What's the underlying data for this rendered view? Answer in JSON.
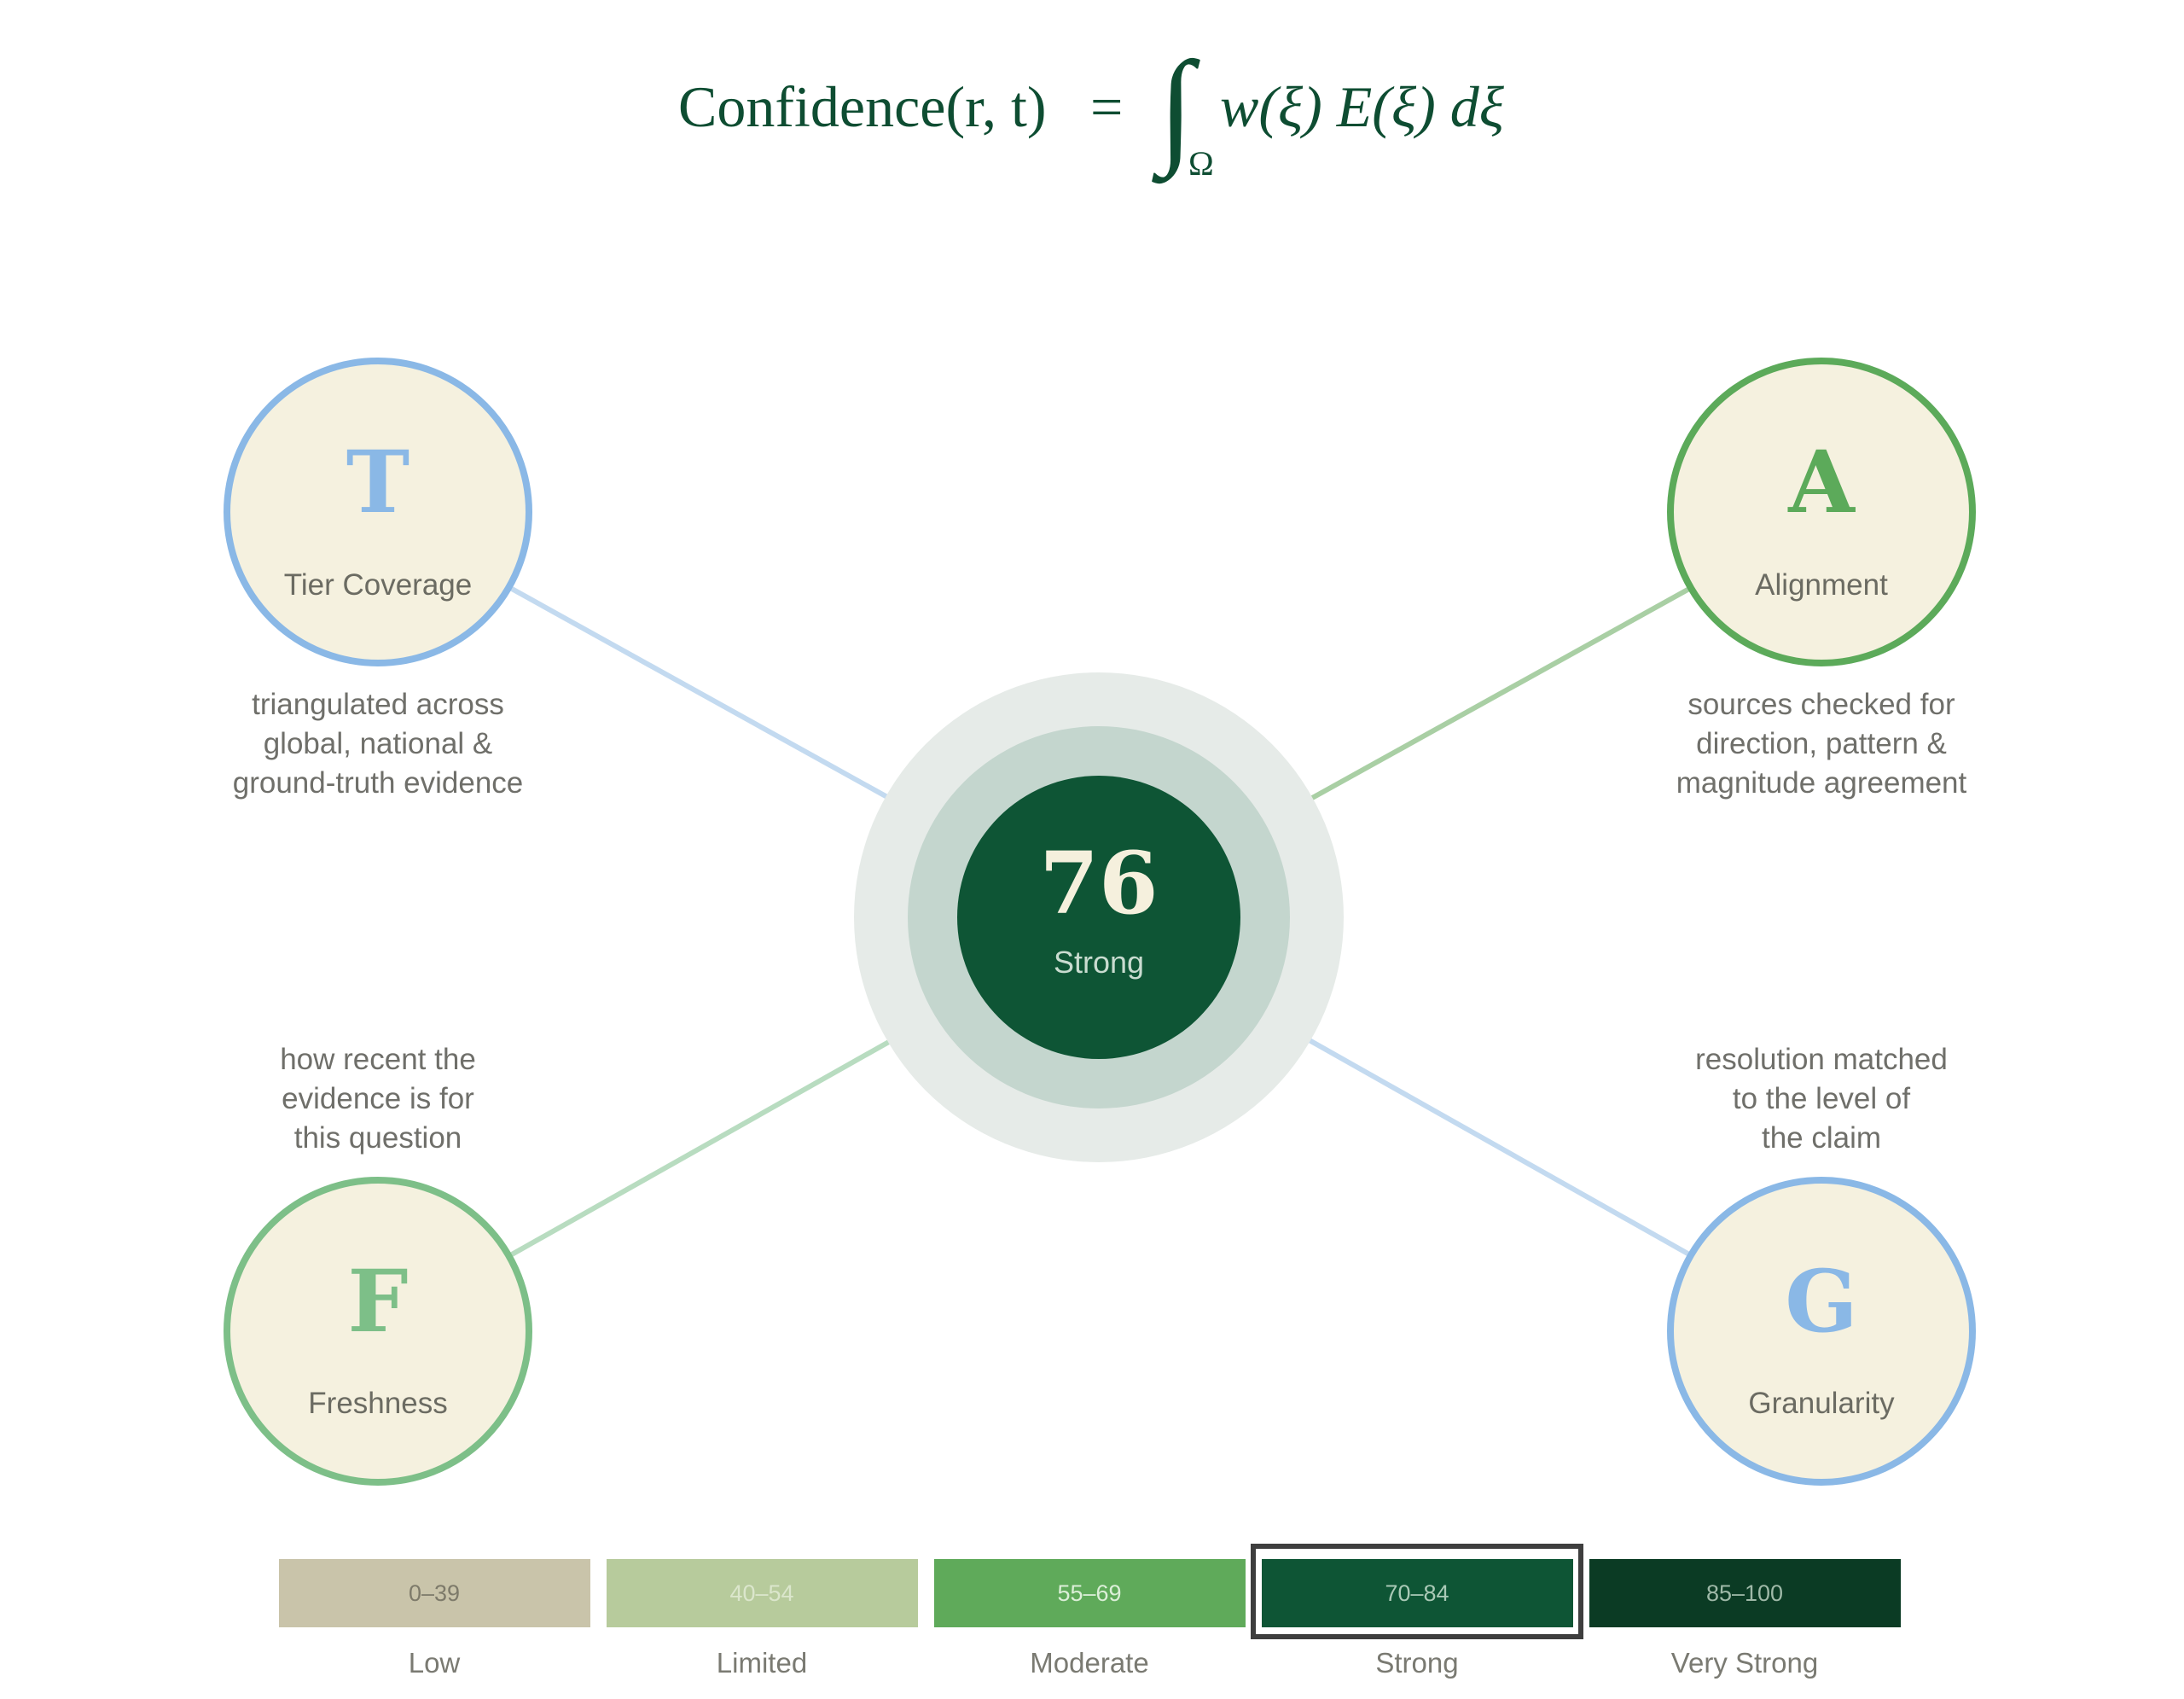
{
  "formula": {
    "lhs": "Confidence(r, t)",
    "equals": "=",
    "integral": "∫",
    "subscript": "Ω",
    "rhs": "w(ξ) E(ξ) dξ"
  },
  "center": {
    "score": "76",
    "label": "Strong",
    "color": "#0e5535"
  },
  "nodes": [
    {
      "id": "t",
      "letter": "T",
      "label": "Tier Coverage",
      "color": "#8ab8e6",
      "desc": [
        "triangulated across",
        "global, national &",
        "ground-truth evidence"
      ]
    },
    {
      "id": "a",
      "letter": "A",
      "label": "Alignment",
      "color": "#5caa5a",
      "desc": [
        "sources checked for",
        "direction, pattern &",
        "magnitude agreement"
      ]
    },
    {
      "id": "f",
      "letter": "F",
      "label": "Freshness",
      "color": "#7dbf88",
      "desc": [
        "how recent the",
        "evidence is for",
        "this question"
      ]
    },
    {
      "id": "g",
      "letter": "G",
      "label": "Granularity",
      "color": "#8ab8e6",
      "desc": [
        "resolution matched",
        "to the level of",
        "the claim"
      ]
    }
  ],
  "scale": [
    {
      "range": "0–39",
      "name": "Low",
      "color": "#c9c4aa",
      "text_color": "#7d7a6a",
      "selected": false
    },
    {
      "range": "40–54",
      "name": "Limited",
      "color": "#b7cb9c",
      "text_color": "#dbe6cc",
      "selected": false
    },
    {
      "range": "55–69",
      "name": "Moderate",
      "color": "#5faa5a",
      "text_color": "#dcefd8",
      "selected": false
    },
    {
      "range": "70–84",
      "name": "Strong",
      "color": "#0e5535",
      "text_color": "#a9c9b6",
      "selected": true
    },
    {
      "range": "85–100",
      "name": "Very Strong",
      "color": "#0b3b24",
      "text_color": "#9fb9a8",
      "selected": false
    }
  ],
  "colors": {
    "node_fill": "#f5f1df",
    "selection_border": "#3e3e3e",
    "halo_outer": "#e6ebe8",
    "halo_inner": "#c4d6ce"
  }
}
